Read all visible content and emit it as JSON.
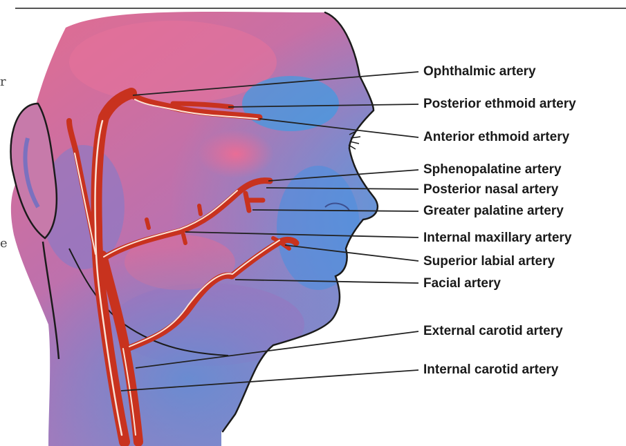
{
  "labels": [
    "Ophthalmic artery",
    "Posterior ethmoid artery",
    "Anterior ethmoid artery",
    "Sphenopalatine artery",
    "Posterior nasal artery",
    "Greater palatine artery",
    "Internal maxillary artery",
    "Superior labial artery",
    "Facial artery",
    "External carotid artery",
    "Internal carotid artery"
  ],
  "colors": {
    "skin_pink": "#e56c8e",
    "skin_blue": "#4aa3e0",
    "skin_purple": "#9a6cb0",
    "artery_red": "#c8321e",
    "artery_highlight": "#fbe3d6",
    "outline": "#1b1b1b",
    "leader": "#222222"
  },
  "edge_glyphs": {
    "top": "r",
    "middle": "e"
  }
}
